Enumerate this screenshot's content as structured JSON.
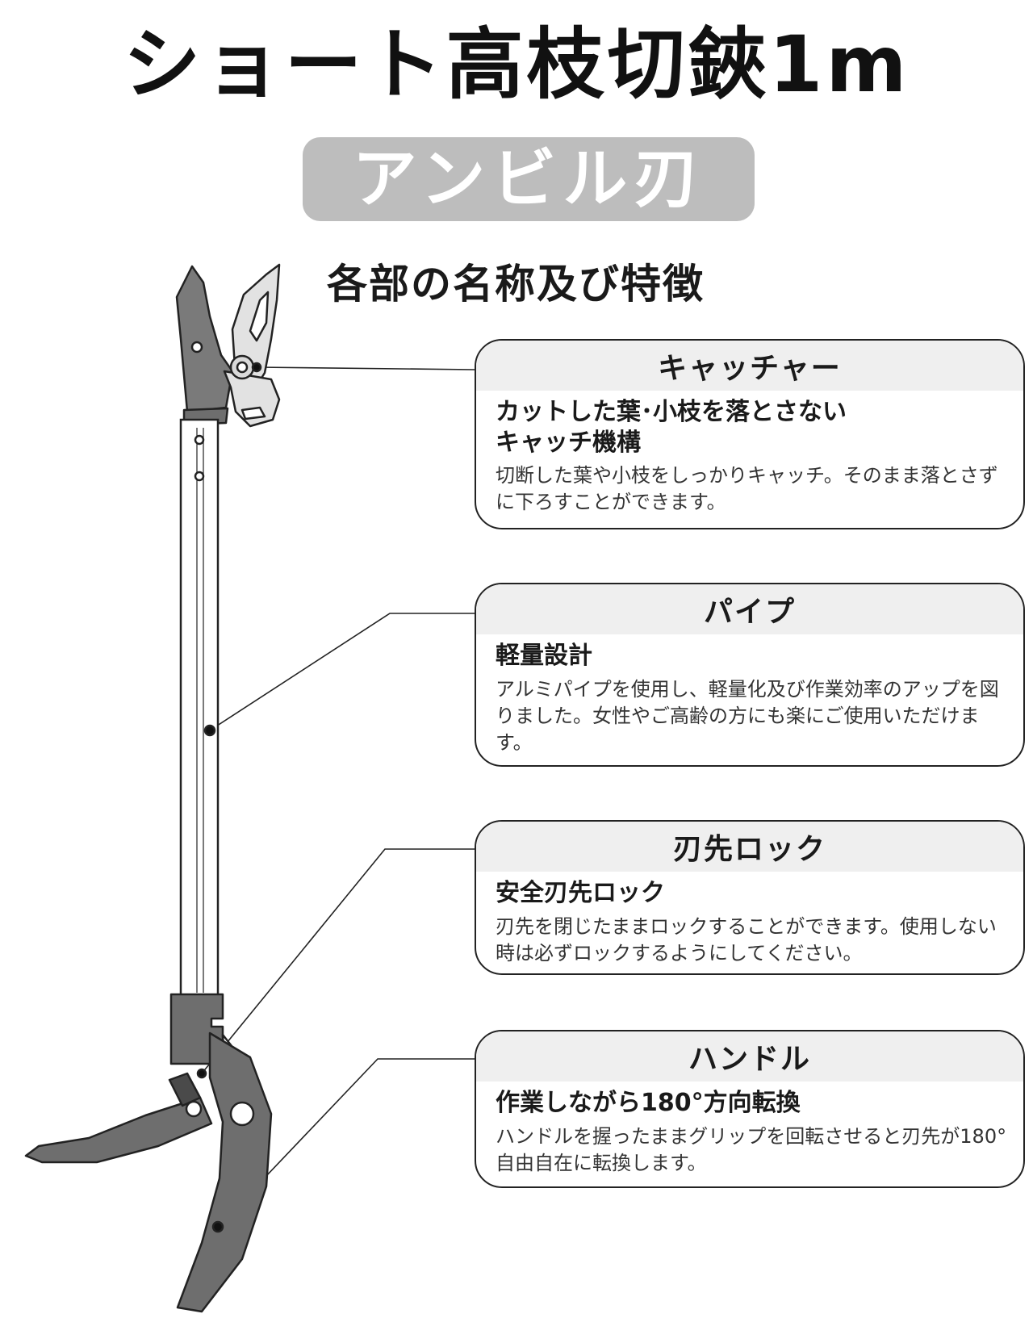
{
  "title": "ショート高枝切鋏1m",
  "subtitle": "アンビル刃",
  "section_heading": "各部の名称及び特徴",
  "features": [
    {
      "name": "キャッチャー",
      "headline_lines": [
        "カットした葉･小枝を落とさない",
        "キャッチ機構"
      ],
      "description": "切断した葉や小枝をしっかりキャッチ。そのまま落とさずに下ろすことができます。"
    },
    {
      "name": "パイプ",
      "headline_lines": [
        "軽量設計"
      ],
      "description": "アルミパイプを使用し、軽量化及び作業効率のアップを図りました。女性やご高齢の方にも楽にご使用いただけます。"
    },
    {
      "name": "刃先ロック",
      "headline_lines": [
        "安全刃先ロック"
      ],
      "description": "刃先を閉じたままロックすることができます。使用しない時は必ずロックするようにしてください。"
    },
    {
      "name": "ハンドル",
      "headline_lines": [
        "作業しながら180°方向転換"
      ],
      "description": "ハンドルを握ったままグリップを回転させると刃先が180°自由自在に転換します。"
    }
  ],
  "colors": {
    "badge_background": "#bdbdbd",
    "box_header": "#efefef",
    "tool_dark": "#6e6e6e",
    "tool_light": "#d9d9d9",
    "outline": "#222222"
  }
}
